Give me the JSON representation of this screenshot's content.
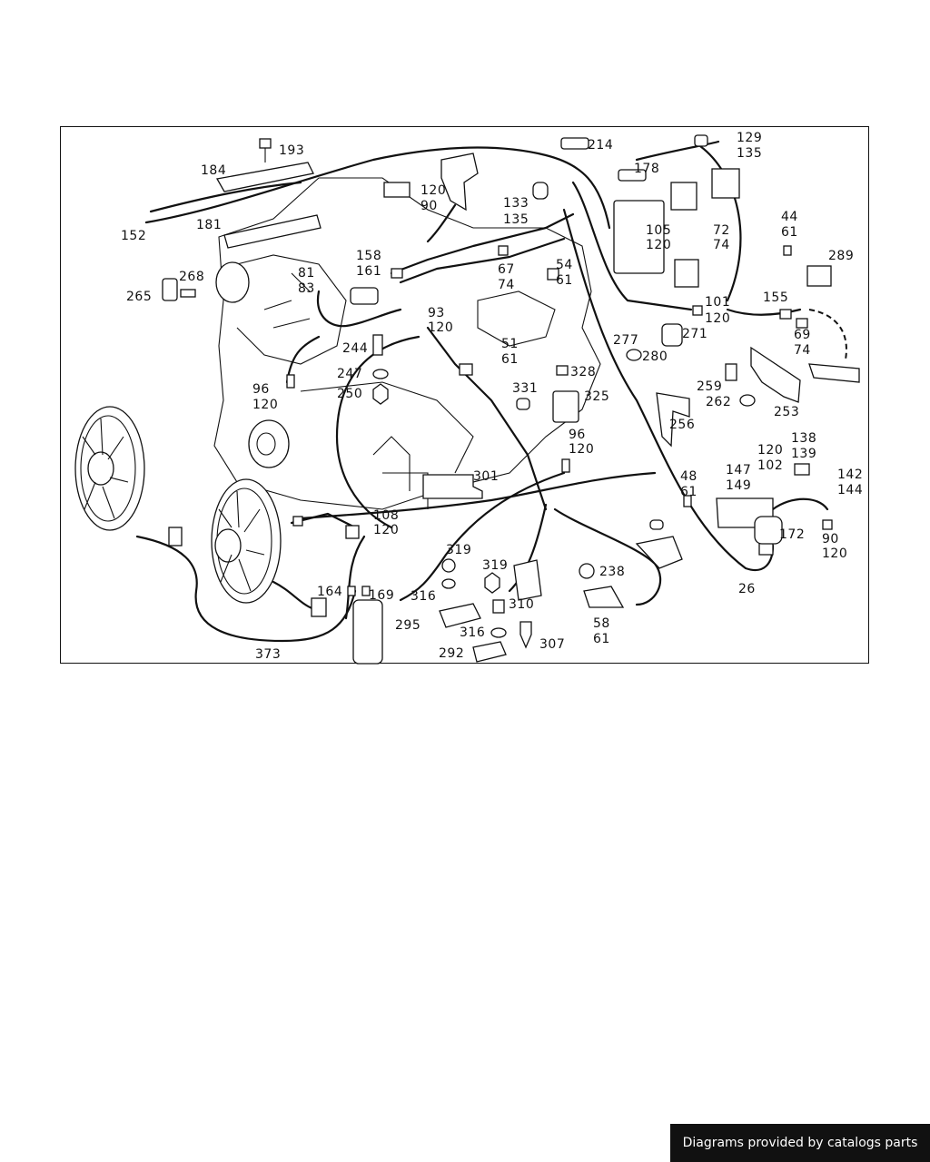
{
  "credit": "Diagrams provided by catalogs parts",
  "callouts": {
    "c193": "193",
    "c184": "184",
    "c152": "152",
    "c181": "181",
    "c265": "265",
    "c268": "268",
    "c81": "81",
    "c83": "83",
    "c158": "158",
    "c161": "161",
    "c120a": "120",
    "c90a": "90",
    "c133": "133",
    "c135a": "135",
    "c214": "214",
    "c178": "178",
    "c129": "129",
    "c135b": "135",
    "c105": "105",
    "c120b": "120",
    "c72": "72",
    "c74a": "74",
    "c44": "44",
    "c61a": "61",
    "c289": "289",
    "c155": "155",
    "c101": "101",
    "c120c": "120",
    "c69": "69",
    "c74b": "74",
    "c54": "54",
    "c61b": "61",
    "c67": "67",
    "c74c": "74",
    "c93": "93",
    "c120d": "120",
    "c244": "244",
    "c247": "247",
    "c250": "250",
    "c51": "51",
    "c61c": "61",
    "c277": "277",
    "c271": "271",
    "c280": "280",
    "c328": "328",
    "c331": "331",
    "c325": "325",
    "c259": "259",
    "c262": "262",
    "c253": "253",
    "c96a": "96",
    "c120e": "120",
    "c256": "256",
    "c96b": "96",
    "c120f": "120",
    "c138": "138",
    "c139": "139",
    "c120g": "120",
    "c102": "102",
    "c147": "147",
    "c149": "149",
    "c48": "48",
    "c61d": "61",
    "c142": "142",
    "c144": "144",
    "c301": "301",
    "c108": "108",
    "c120h": "120",
    "c172": "172",
    "c90b": "90",
    "c120i": "120",
    "c26": "26",
    "c319a": "319",
    "c319b": "319",
    "c238": "238",
    "c164": "164",
    "c169": "169",
    "c316a": "316",
    "c310": "310",
    "c295": "295",
    "c58": "58",
    "c61e": "61",
    "c316b": "316",
    "c292": "292",
    "c307": "307",
    "c373": "373"
  }
}
